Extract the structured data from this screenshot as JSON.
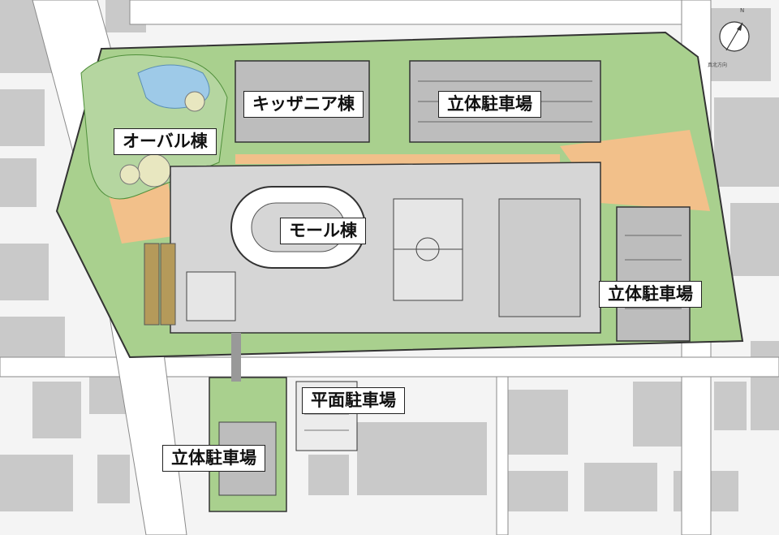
{
  "labels": {
    "kidzania": "キッザニア棟",
    "parking_north": "立体駐車場",
    "oval": "オーバル棟",
    "mall": "モール棟",
    "parking_east": "立体駐車場",
    "flat_parking": "平面駐車場",
    "parking_south": "立体駐車場"
  },
  "north_arrow": {
    "symbol": "N",
    "caption": "真北方向"
  },
  "colors": {
    "green": "#9dc97f",
    "dark_green": "#4f8f3a",
    "orange": "#f2c08a",
    "road": "#ffffff",
    "building_gray": "#c9c9c9",
    "roof_gray": "#bdbdbd",
    "water": "#9ecae8",
    "outline": "#333333"
  }
}
